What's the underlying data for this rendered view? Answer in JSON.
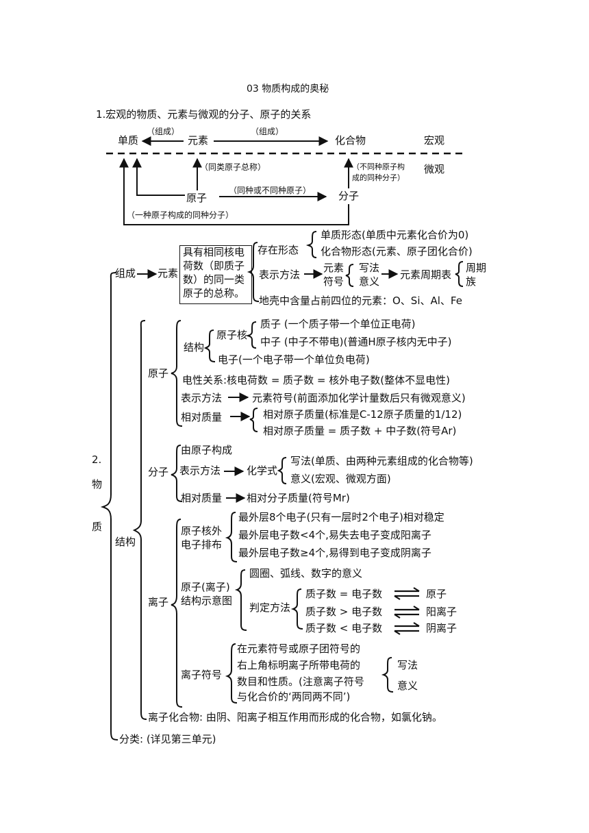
{
  "title": "03 物质构成的奥秘",
  "section1": {
    "heading": "1.宏观的物质、元素与微观的分子、原子的关系",
    "danzhi": "单质",
    "yuansu": "元素",
    "huahewu": "化合物",
    "hongguan": "宏观",
    "weiguan": "微观",
    "yuanzi": "原子",
    "fenzi": "分子",
    "zucheng1": "（组成）",
    "zucheng2": "（组成）",
    "tonglei": "（同类原子总称）",
    "butong": [
      "（不同种原子构",
      "成的同种分子）"
    ],
    "tongzhong": "（同种或不同种原子）",
    "yizhong": "（一种原子构成的同种分子）"
  },
  "section2": {
    "root": [
      "2.",
      "物",
      "质"
    ],
    "zucheng": "组成",
    "yuansu": "元素",
    "def_box": [
      "具有相同核电",
      "荷数（即质子",
      "数）的同一类",
      "原子的总称。"
    ],
    "cunzai": "存在形态",
    "danzhi_form": "单质形态(单质中元素化合价为0)",
    "huahewu_form": "化合物形态(元素、原子团化合价)",
    "biaoshi": "表示方法",
    "yuansu_fuhao": [
      "元素",
      "符号"
    ],
    "xiefa_yiyi": [
      "写法",
      "意义"
    ],
    "zhouqibiao": "元素周期表",
    "zhouqi_zu": [
      "周期",
      "族"
    ],
    "dike": "地壳中含量占前四位的元素：O、Si、Al、Fe",
    "jiegou": "结构",
    "yuanzi": "原子",
    "jiegou2": "结构",
    "yuanzihe": "原子核",
    "zhizi": "质子 (一个质子带一个单位正电荷)",
    "zhongzi": "中子 (中子不带电)(普通H原子核内无中子)",
    "dianzi": "电子(一个电子带一个单位负电荷)",
    "dianxing": "电性关系:核电荷数 = 质子数 = 核外电子数(整体不显电性)",
    "biaoshi2": "表示方法",
    "yuansu_fuhao2": "元素符号(前面添加化学计量数后只有微观意义)",
    "xiangdui": "相对质量",
    "xiangdui1": "相对原子质量(标准是C-12原子质量的1/12)",
    "xiangdui2": "相对原子质量 = 质子数 + 中子数(符号Ar)",
    "fenzi": "分子",
    "youyuanzi": "由原子构成",
    "biaoshi3": "表示方法",
    "huaxueshi": "化学式",
    "xiefa3": "写法(单质、由两种元素组成的化合物等)",
    "yiyi3": "意义(宏观、微观方面)",
    "xiangdui3": "相对质量",
    "fenzizhiliang": "相对分子质量(符号Mr)",
    "lizi": "离子",
    "hewai": [
      "原子核外",
      "电子排布"
    ],
    "zuiwai1": "最外层8个电子(只有一层时2个电子)相对稳定",
    "zuiwai2": "最外层电子数<4个,易失去电子变成阳离子",
    "zuiwai3": "最外层电子数≥4个,易得到电子变成阴离子",
    "shiyitu": [
      "原子(离子)",
      "结构示意图"
    ],
    "yuanquan": "圆圈、弧线、数字的意义",
    "panding": "判定方法",
    "pd1a": "质子数 = 电子数",
    "pd1b": "原子",
    "pd2a": "质子数 > 电子数",
    "pd2b": "阳离子",
    "pd3a": "质子数 < 电子数",
    "pd3b": "阴离子",
    "lizifuhao": "离子符号",
    "lizi_box": [
      "在元素符号或原子团符号的",
      "右上角标明离子所带电荷的",
      "数目和性质。(注意离子符号",
      "与化合价的‘两同两不同’)"
    ],
    "xiefa4": "写法",
    "yiyi4": "意义",
    "lizihuahewu": "离子化合物: 由阴、阳离子相互作用而形成的化合物，如氯化钠。",
    "fenlei": "分类: (详见第三单元)"
  }
}
